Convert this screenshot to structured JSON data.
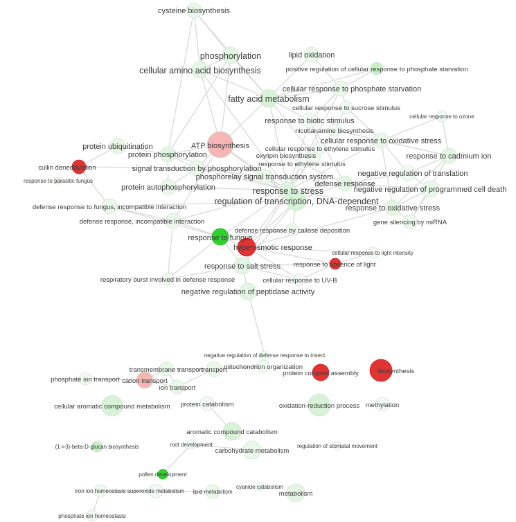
{
  "nodes": [
    {
      "id": "cysteine",
      "label": "cysteine biosynthesis",
      "color": "#eaf7ea",
      "size": "m"
    },
    {
      "id": "phosphorylation",
      "label": "phosphorylation",
      "color": "#e4f5e4",
      "size": "l"
    },
    {
      "id": "lipid_ox",
      "label": "lipid oxidation",
      "color": "#eaf7ea",
      "size": "m"
    },
    {
      "id": "cell_aa",
      "label": "cellular amino acid biosynthesis",
      "color": "#e4f5e4",
      "size": "l"
    },
    {
      "id": "pos_reg_phos",
      "label": "positive regulation of cellular response to phosphate starvation",
      "color": "#c8efc8",
      "size": "s"
    },
    {
      "id": "fatty_acid",
      "label": "fatty acid metabolism",
      "color": "#d8f2d8",
      "size": "l"
    },
    {
      "id": "cell_phos_starv",
      "label": "cellular response to phosphate starvation",
      "color": "#eaf7ea",
      "size": "m"
    },
    {
      "id": "sucrose",
      "label": "cellular response to sucrose stimulus",
      "color": "#f2f9f2",
      "size": "s"
    },
    {
      "id": "ozone",
      "label": "cellular response to ozone",
      "color": "#f2f9f2",
      "size": "xs"
    },
    {
      "id": "biotic",
      "label": "response to biotic stimulus",
      "color": "#f2f9f2",
      "size": "m"
    },
    {
      "id": "nicotianamine",
      "label": "nicotianamine biosynthesis",
      "color": "#f2f9f2",
      "size": "s"
    },
    {
      "id": "atp",
      "label": "ATP biosynthesis",
      "color": "#f6b6b6",
      "size": "m"
    },
    {
      "id": "protein_ubiq",
      "label": "protein ubiquitination",
      "color": "#eaf7ea",
      "size": "m"
    },
    {
      "id": "cell_ox_stress",
      "label": "cellular response to oxidative stress",
      "color": "#eaf7ea",
      "size": "m"
    },
    {
      "id": "prot_phos",
      "label": "protein phosphorylation",
      "color": "#e4f5e4",
      "size": "m"
    },
    {
      "id": "oxylipin",
      "label": "oxylipin biosynthesis",
      "color": "#f2f9f2",
      "size": "s"
    },
    {
      "id": "cell_ethylene",
      "label": "cellular response to ethylene stimulus",
      "color": "#f2f9f2",
      "size": "s"
    },
    {
      "id": "cadmium",
      "label": "response to cadmium ion",
      "color": "#e4f5e4",
      "size": "m"
    },
    {
      "id": "cullin",
      "label": "cullin deneddylation",
      "color": "#e03434",
      "size": "s"
    },
    {
      "id": "sig_trans_phos",
      "label": "signal transduction by phosphorylation",
      "color": "#eaf7ea",
      "size": "m"
    },
    {
      "id": "ethylene",
      "label": "response to ethylene stimulus",
      "color": "#f2f9f2",
      "size": "s"
    },
    {
      "id": "neg_translation",
      "label": "negative regulation of translation",
      "color": "#f2f9f2",
      "size": "m"
    },
    {
      "id": "parasitic",
      "label": "response to parasitic fungus",
      "color": "#f2f9f2",
      "size": "xs"
    },
    {
      "id": "phosphorelay",
      "label": "phosphorelay signal transduction system",
      "color": "#eaf7ea",
      "size": "m"
    },
    {
      "id": "defense",
      "label": "defense response",
      "color": "#e4f5e4",
      "size": "m"
    },
    {
      "id": "prot_autophos",
      "label": "protein autophosphorylation",
      "color": "#eaf7ea",
      "size": "m"
    },
    {
      "id": "stress",
      "label": "response to stress",
      "color": "#dff4df",
      "size": "l"
    },
    {
      "id": "neg_pcd",
      "label": "negative regulation of programmed cell death",
      "color": "#eaf7ea",
      "size": "m"
    },
    {
      "id": "reg_transcription",
      "label": "regulation of transcription, DNA-dependent",
      "color": "#d8f2d8",
      "size": "l"
    },
    {
      "id": "def_fungus_incomp",
      "label": "defense response to fungus, incompatible interaction",
      "color": "#eaf7ea",
      "size": "s"
    },
    {
      "id": "ox_stress",
      "label": "response to oxidative stress",
      "color": "#e4f5e4",
      "size": "m"
    },
    {
      "id": "def_incomp",
      "label": "defense response, incompatible interaction",
      "color": "#eaf7ea",
      "size": "s"
    },
    {
      "id": "gene_silencing",
      "label": "gene silencing by miRNA",
      "color": "#eaf7ea",
      "size": "s"
    },
    {
      "id": "callose",
      "label": "defense response by callose deposition",
      "color": "#f2f9f2",
      "size": "s"
    },
    {
      "id": "fungus",
      "label": "response to fungus",
      "color": "#2ed12e",
      "size": "m"
    },
    {
      "id": "hyperosmotic",
      "label": "hyperosmotic response",
      "color": "#e03434",
      "size": "m"
    },
    {
      "id": "light_intensity",
      "label": "cellular response to light intensity",
      "color": "#f2f9f2",
      "size": "xs"
    },
    {
      "id": "absence_light",
      "label": "response to absence of light",
      "color": "#e03434",
      "size": "s"
    },
    {
      "id": "salt",
      "label": "response to salt stress",
      "color": "#e4f5e4",
      "size": "m"
    },
    {
      "id": "uvb",
      "label": "cellular response to UV-B",
      "color": "#f2f9f2",
      "size": "s"
    },
    {
      "id": "resp_burst",
      "label": "respiratory burst involved in defense response",
      "color": "#f2f9f2",
      "size": "s"
    },
    {
      "id": "neg_peptidase",
      "label": "negative regulation of peptidase activity",
      "color": "#e4f5e4",
      "size": "m"
    },
    {
      "id": "neg_def_insect",
      "label": "negative regulation of defense response to insect",
      "color": "#f6fbf6",
      "size": "xs"
    },
    {
      "id": "transmembrane",
      "label": "transmembrane transport",
      "color": "#eaf7ea",
      "size": "s"
    },
    {
      "id": "transport",
      "label": "transport",
      "color": "#eaf7ea",
      "size": "s"
    },
    {
      "id": "mitochondrion",
      "label": "mitochondrion organization",
      "color": "#f2f9f2",
      "size": "s"
    },
    {
      "id": "prot_complex",
      "label": "protein complex assembly",
      "color": "#e03434",
      "size": "s"
    },
    {
      "id": "biosynthesis",
      "label": "biosynthesis",
      "color": "#e03434",
      "size": "s"
    },
    {
      "id": "phosphate_transport",
      "label": "phosphate ion transport",
      "color": "#f2f9f2",
      "size": "s"
    },
    {
      "id": "cation",
      "label": "cation transport",
      "color": "#f6b6b6",
      "size": "s"
    },
    {
      "id": "ion_transport",
      "label": "ion transport",
      "color": "#eaf7ea",
      "size": "s"
    },
    {
      "id": "aromatic_metab",
      "label": "cellular aromatic compound metabolism",
      "color": "#d8f2d8",
      "size": "s"
    },
    {
      "id": "prot_catabolism",
      "label": "protein catabolism",
      "color": "#f2f9f2",
      "size": "s"
    },
    {
      "id": "redox",
      "label": "oxidation-reduction process",
      "color": "#d8f2d8",
      "size": "s"
    },
    {
      "id": "methylation",
      "label": "methylation",
      "color": "#f2f9f2",
      "size": "s"
    },
    {
      "id": "aromatic_catab",
      "label": "aromatic compound catabolism",
      "color": "#d8f2d8",
      "size": "s"
    },
    {
      "id": "glucan",
      "label": "(1->3)-beta-D-glucan biosynthesis",
      "color": "#c8efc8",
      "size": "xs"
    },
    {
      "id": "root_dev",
      "label": "root development",
      "color": "#f2f9f2",
      "size": "xs"
    },
    {
      "id": "carbohydrate",
      "label": "carbohydrate metabolism",
      "color": "#eaf7ea",
      "size": "s"
    },
    {
      "id": "stomatal",
      "label": "regulation of stomatal movement",
      "color": "#f6fbf6",
      "size": "xs"
    },
    {
      "id": "pollen",
      "label": "pollen development",
      "color": "#2ed12e",
      "size": "xs"
    },
    {
      "id": "iron_homeo",
      "label": "iron ion homeostasis",
      "color": "#f2f9f2",
      "size": "xs"
    },
    {
      "id": "superoxide",
      "label": "superoxide metabolism",
      "color": "#f2f9f2",
      "size": "xs"
    },
    {
      "id": "lipid_metab",
      "label": "lipid metabolism",
      "color": "#eaf7ea",
      "size": "xs"
    },
    {
      "id": "cyanide",
      "label": "cyanide catabolism",
      "color": "#f6fbf6",
      "size": "xs"
    },
    {
      "id": "metabolism",
      "label": "metabolism",
      "color": "#e4f5e4",
      "size": "s"
    },
    {
      "id": "phosphate_homeo",
      "label": "phosphate ion homeostasis",
      "color": "#f2f9f2",
      "size": "xs"
    }
  ],
  "edges": [
    [
      "cysteine",
      "phosphorylation"
    ],
    [
      "cysteine",
      "cell_aa"
    ],
    [
      "cysteine",
      "fatty_acid"
    ],
    [
      "cysteine",
      "prot_phos"
    ],
    [
      "phosphorylation",
      "cell_aa"
    ],
    [
      "phosphorylation",
      "fatty_acid"
    ],
    [
      "phosphorylation",
      "atp"
    ],
    [
      "phosphorylation",
      "prot_phos"
    ],
    [
      "cell_aa",
      "fatty_acid"
    ],
    [
      "cell_aa",
      "atp"
    ],
    [
      "cell_aa",
      "stress"
    ],
    [
      "lipid_ox",
      "fatty_acid"
    ],
    [
      "lipid_ox",
      "cell_phos_starv"
    ],
    [
      "pos_reg_phos",
      "cell_phos_starv"
    ],
    [
      "pos_reg_phos",
      "fatty_acid"
    ],
    [
      "fatty_acid",
      "cell_phos_starv"
    ],
    [
      "fatty_acid",
      "biotic"
    ],
    [
      "fatty_acid",
      "stress"
    ],
    [
      "fatty_acid",
      "atp"
    ],
    [
      "fatty_acid",
      "oxylipin"
    ],
    [
      "cell_phos_starv",
      "sucrose"
    ],
    [
      "cell_phos_starv",
      "biotic"
    ],
    [
      "cell_phos_starv",
      "stress"
    ],
    [
      "sucrose",
      "cell_ox_stress"
    ],
    [
      "sucrose",
      "nicotianamine"
    ],
    [
      "ozone",
      "cadmium"
    ],
    [
      "ozone",
      "cell_ox_stress"
    ],
    [
      "biotic",
      "stress"
    ],
    [
      "biotic",
      "defense"
    ],
    [
      "biotic",
      "cell_ethylene"
    ],
    [
      "nicotianamine",
      "cadmium"
    ],
    [
      "nicotianamine",
      "cell_ox_stress"
    ],
    [
      "nicotianamine",
      "stress"
    ],
    [
      "atp",
      "prot_phos"
    ],
    [
      "atp",
      "stress"
    ],
    [
      "atp",
      "reg_transcription"
    ],
    [
      "atp",
      "sig_trans_phos"
    ],
    [
      "atp",
      "def_incomp"
    ],
    [
      "protein_ubiq",
      "prot_phos"
    ],
    [
      "protein_ubiq",
      "cullin"
    ],
    [
      "cell_ox_stress",
      "cadmium"
    ],
    [
      "cell_ox_stress",
      "neg_translation"
    ],
    [
      "cell_ox_stress",
      "ox_stress"
    ],
    [
      "cell_ox_stress",
      "stress"
    ],
    [
      "prot_phos",
      "sig_trans_phos"
    ],
    [
      "prot_phos",
      "prot_autophos"
    ],
    [
      "prot_phos",
      "stress"
    ],
    [
      "oxylipin",
      "stress"
    ],
    [
      "oxylipin",
      "cell_ethylene"
    ],
    [
      "cell_ethylene",
      "ethylene"
    ],
    [
      "cell_ethylene",
      "stress"
    ],
    [
      "cadmium",
      "ox_stress"
    ],
    [
      "cadmium",
      "neg_translation"
    ],
    [
      "cadmium",
      "gene_silencing"
    ],
    [
      "cullin",
      "sig_trans_phos"
    ],
    [
      "cullin",
      "def_fungus_incomp"
    ],
    [
      "sig_trans_phos",
      "phosphorelay"
    ],
    [
      "sig_trans_phos",
      "stress"
    ],
    [
      "sig_trans_phos",
      "prot_autophos"
    ],
    [
      "ethylene",
      "stress"
    ],
    [
      "ethylene",
      "defense"
    ],
    [
      "neg_translation",
      "defense"
    ],
    [
      "neg_translation",
      "neg_pcd"
    ],
    [
      "phosphorelay",
      "stress"
    ],
    [
      "phosphorelay",
      "reg_transcription"
    ],
    [
      "defense",
      "stress"
    ],
    [
      "defense",
      "reg_transcription"
    ],
    [
      "defense",
      "neg_pcd"
    ],
    [
      "prot_autophos",
      "stress"
    ],
    [
      "stress",
      "reg_transcription"
    ],
    [
      "stress",
      "ox_stress"
    ],
    [
      "stress",
      "fungus"
    ],
    [
      "stress",
      "hyperosmotic"
    ],
    [
      "stress",
      "salt"
    ],
    [
      "stress",
      "def_incomp"
    ],
    [
      "neg_pcd",
      "ox_stress"
    ],
    [
      "neg_pcd",
      "gene_silencing"
    ],
    [
      "reg_transcription",
      "def_fungus_incomp"
    ],
    [
      "reg_transcription",
      "hyperosmotic"
    ],
    [
      "reg_transcription",
      "callose"
    ],
    [
      "reg_transcription",
      "salt"
    ],
    [
      "def_fungus_incomp",
      "def_incomp"
    ],
    [
      "def_fungus_incomp",
      "fungus"
    ],
    [
      "ox_stress",
      "gene_silencing"
    ],
    [
      "ox_stress",
      "hyperosmotic"
    ],
    [
      "def_incomp",
      "fungus"
    ],
    [
      "def_incomp",
      "resp_burst"
    ],
    [
      "callose",
      "fungus"
    ],
    [
      "fungus",
      "hyperosmotic"
    ],
    [
      "fungus",
      "salt"
    ],
    [
      "fungus",
      "resp_burst"
    ],
    [
      "hyperosmotic",
      "salt"
    ],
    [
      "hyperosmotic",
      "light_intensity"
    ],
    [
      "hyperosmotic",
      "absence_light"
    ],
    [
      "hyperosmotic",
      "uvb"
    ],
    [
      "absence_light",
      "salt"
    ],
    [
      "absence_light",
      "uvb"
    ],
    [
      "absence_light",
      "light_intensity"
    ],
    [
      "salt",
      "uvb"
    ],
    [
      "salt",
      "neg_peptidase"
    ],
    [
      "salt",
      "resp_burst"
    ],
    [
      "neg_peptidase",
      "neg_def_insect"
    ],
    [
      "transmembrane",
      "transport"
    ],
    [
      "transmembrane",
      "cation"
    ],
    [
      "transmembrane",
      "ion_transport"
    ],
    [
      "transport",
      "ion_transport"
    ],
    [
      "transport",
      "mitochondrion"
    ],
    [
      "cation",
      "ion_transport"
    ],
    [
      "cation",
      "phosphate_transport"
    ],
    [
      "prot_catabolism",
      "aromatic_catab"
    ],
    [
      "root_dev",
      "carbohydrate"
    ],
    [
      "root_dev",
      "pollen"
    ],
    [
      "iron_homeo",
      "superoxide"
    ],
    [
      "iron_homeo",
      "phosphate_homeo"
    ],
    [
      "superoxide",
      "lipid_metab"
    ]
  ]
}
